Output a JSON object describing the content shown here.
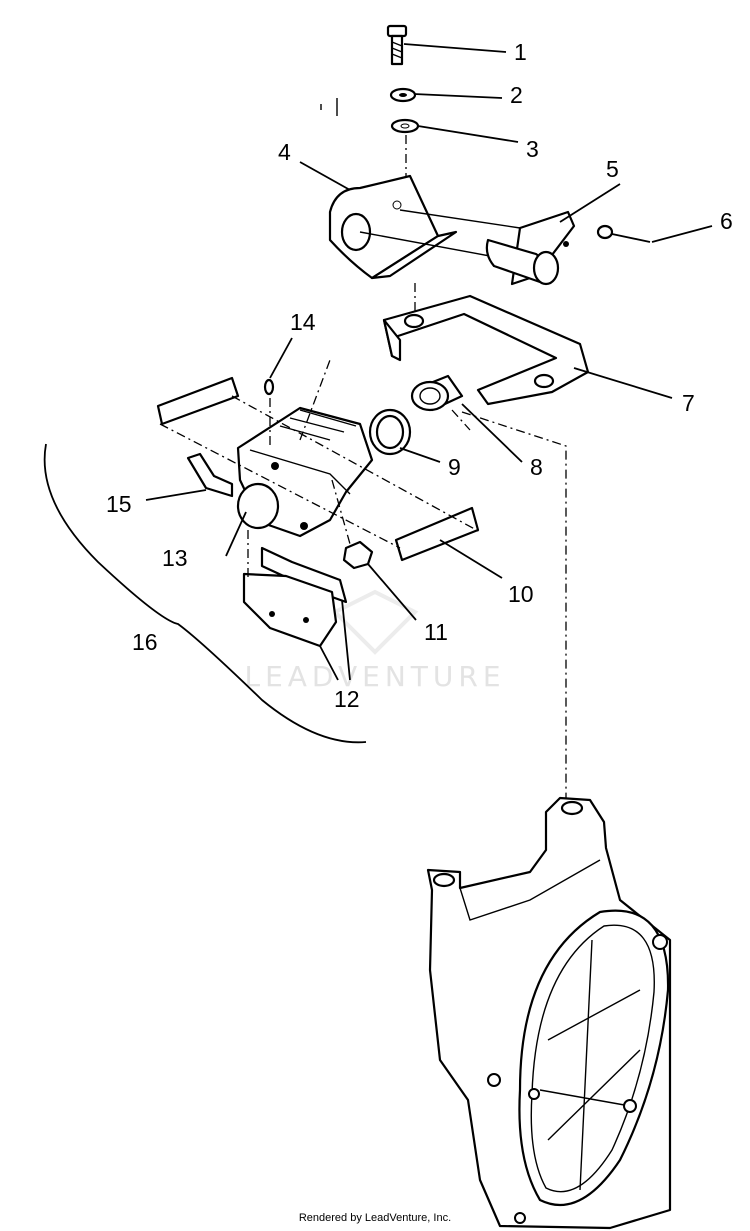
{
  "callouts": {
    "c1": "1",
    "c2": "2",
    "c3": "3",
    "c4": "4",
    "c5": "5",
    "c6": "6",
    "c7": "7",
    "c8": "8",
    "c9": "9",
    "c10": "10",
    "c11": "11",
    "c12": "12",
    "c13": "13",
    "c14": "14",
    "c15": "15",
    "c16": "16"
  },
  "watermark": "LEADVENTURE",
  "footer": "Rendered by LeadVenture, Inc."
}
